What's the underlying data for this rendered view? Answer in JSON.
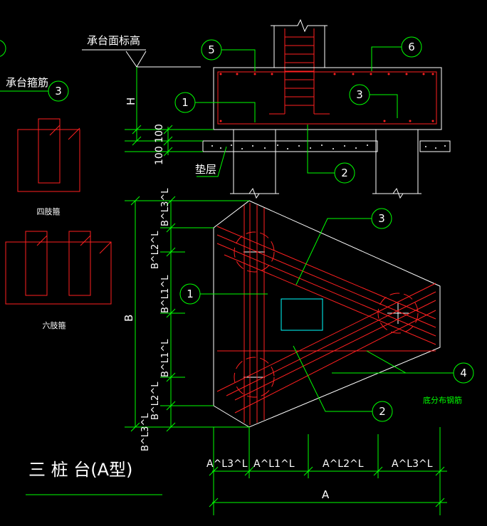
{
  "title": "三 桩 台(A型)",
  "labels": {
    "cap_top_elevation": "承台面标高",
    "cap_stirrup": "承台箍筋",
    "four_leg_stirrup": "四肢箍",
    "six_leg_stirrup": "六肢箍",
    "cushion": "垫层",
    "bottom_bars": "底分布钢筋",
    "H": "H",
    "dim_100_100": "100 100",
    "B": "B",
    "A": "A"
  },
  "vertical_dims": [
    "B^L3^L",
    "B^L2^L",
    "B^L1^L",
    "B^L1^L",
    "B^L2^L",
    "B^L3^L"
  ],
  "horizontal_dims": [
    "A^L3^L",
    "A^L1^L",
    "A^L2^L",
    "A^L3^L"
  ],
  "callouts": [
    "5",
    "6",
    "1",
    "3",
    "2",
    "3",
    "1",
    "4",
    "2",
    "3"
  ],
  "colors": {
    "line": "#00ff00",
    "rebar": "#ff2020",
    "outline": "#ffffff",
    "column": "#00ffff"
  }
}
